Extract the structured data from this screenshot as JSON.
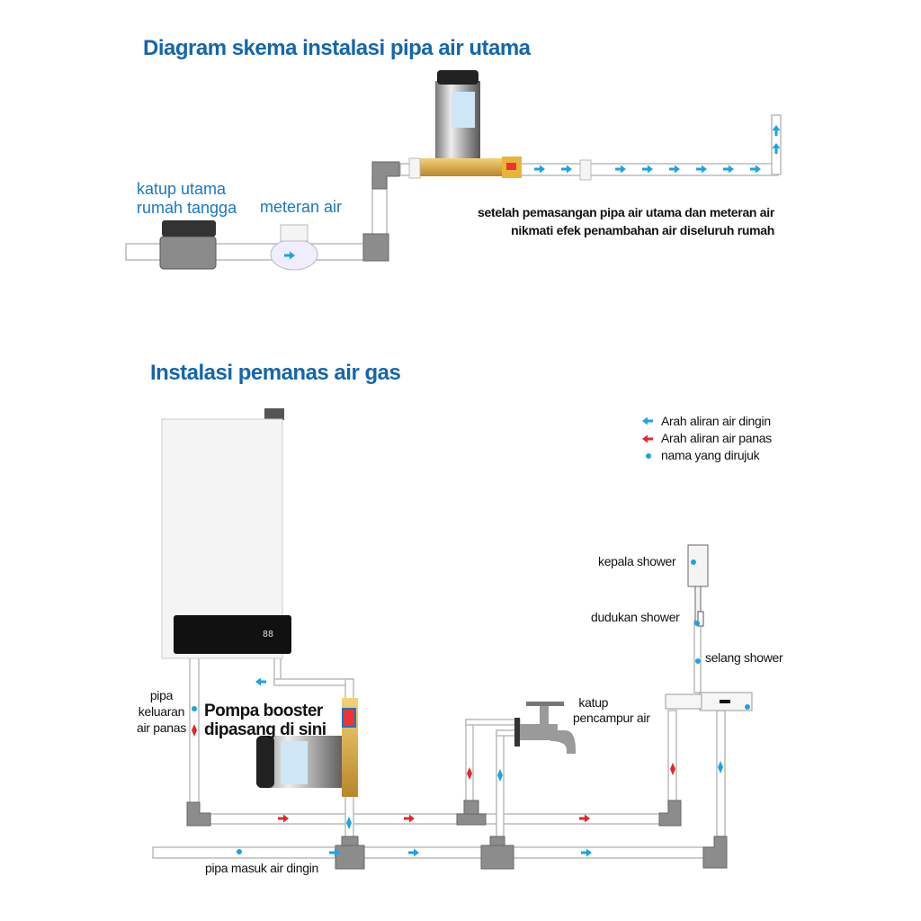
{
  "section1": {
    "title": "Diagram skema instalasi pipa air utama",
    "label_valve": [
      "katup utama",
      "rumah tangga"
    ],
    "label_meter": "meteran air",
    "note": [
      "setelah pemasangan pipa air utama dan meteran air",
      "nikmati efek penambahan air diseluruh rumah"
    ]
  },
  "section2": {
    "title": "Instalasi pemanas air gas",
    "legend": [
      {
        "label": "Arah aliran air dingin",
        "icon": "blue-arrow-icon",
        "color": "#1aa3e8"
      },
      {
        "label": "Arah aliran air panas",
        "icon": "red-arrow-icon",
        "color": "#e8242c"
      },
      {
        "label": "nama yang dirujuk",
        "icon": "blue-dot-icon",
        "color": "#1aa3e8"
      }
    ],
    "labels": {
      "shower_head": "kepala shower",
      "shower_holder": "dudukan shower",
      "shower_hose": "selang shower",
      "mixer_valve": [
        "katup",
        "pencampur air"
      ],
      "hot_out": [
        "pipa",
        "keluaran",
        "air panas"
      ],
      "booster": [
        "Pompa booster",
        "dipasang di sini"
      ],
      "cold_in": "pipa masuk air dingin"
    }
  },
  "colors": {
    "title": "#1466ad",
    "cold": "#1aa3e8",
    "hot": "#e8242c",
    "pipe_fitting": "#8c8c8c"
  }
}
